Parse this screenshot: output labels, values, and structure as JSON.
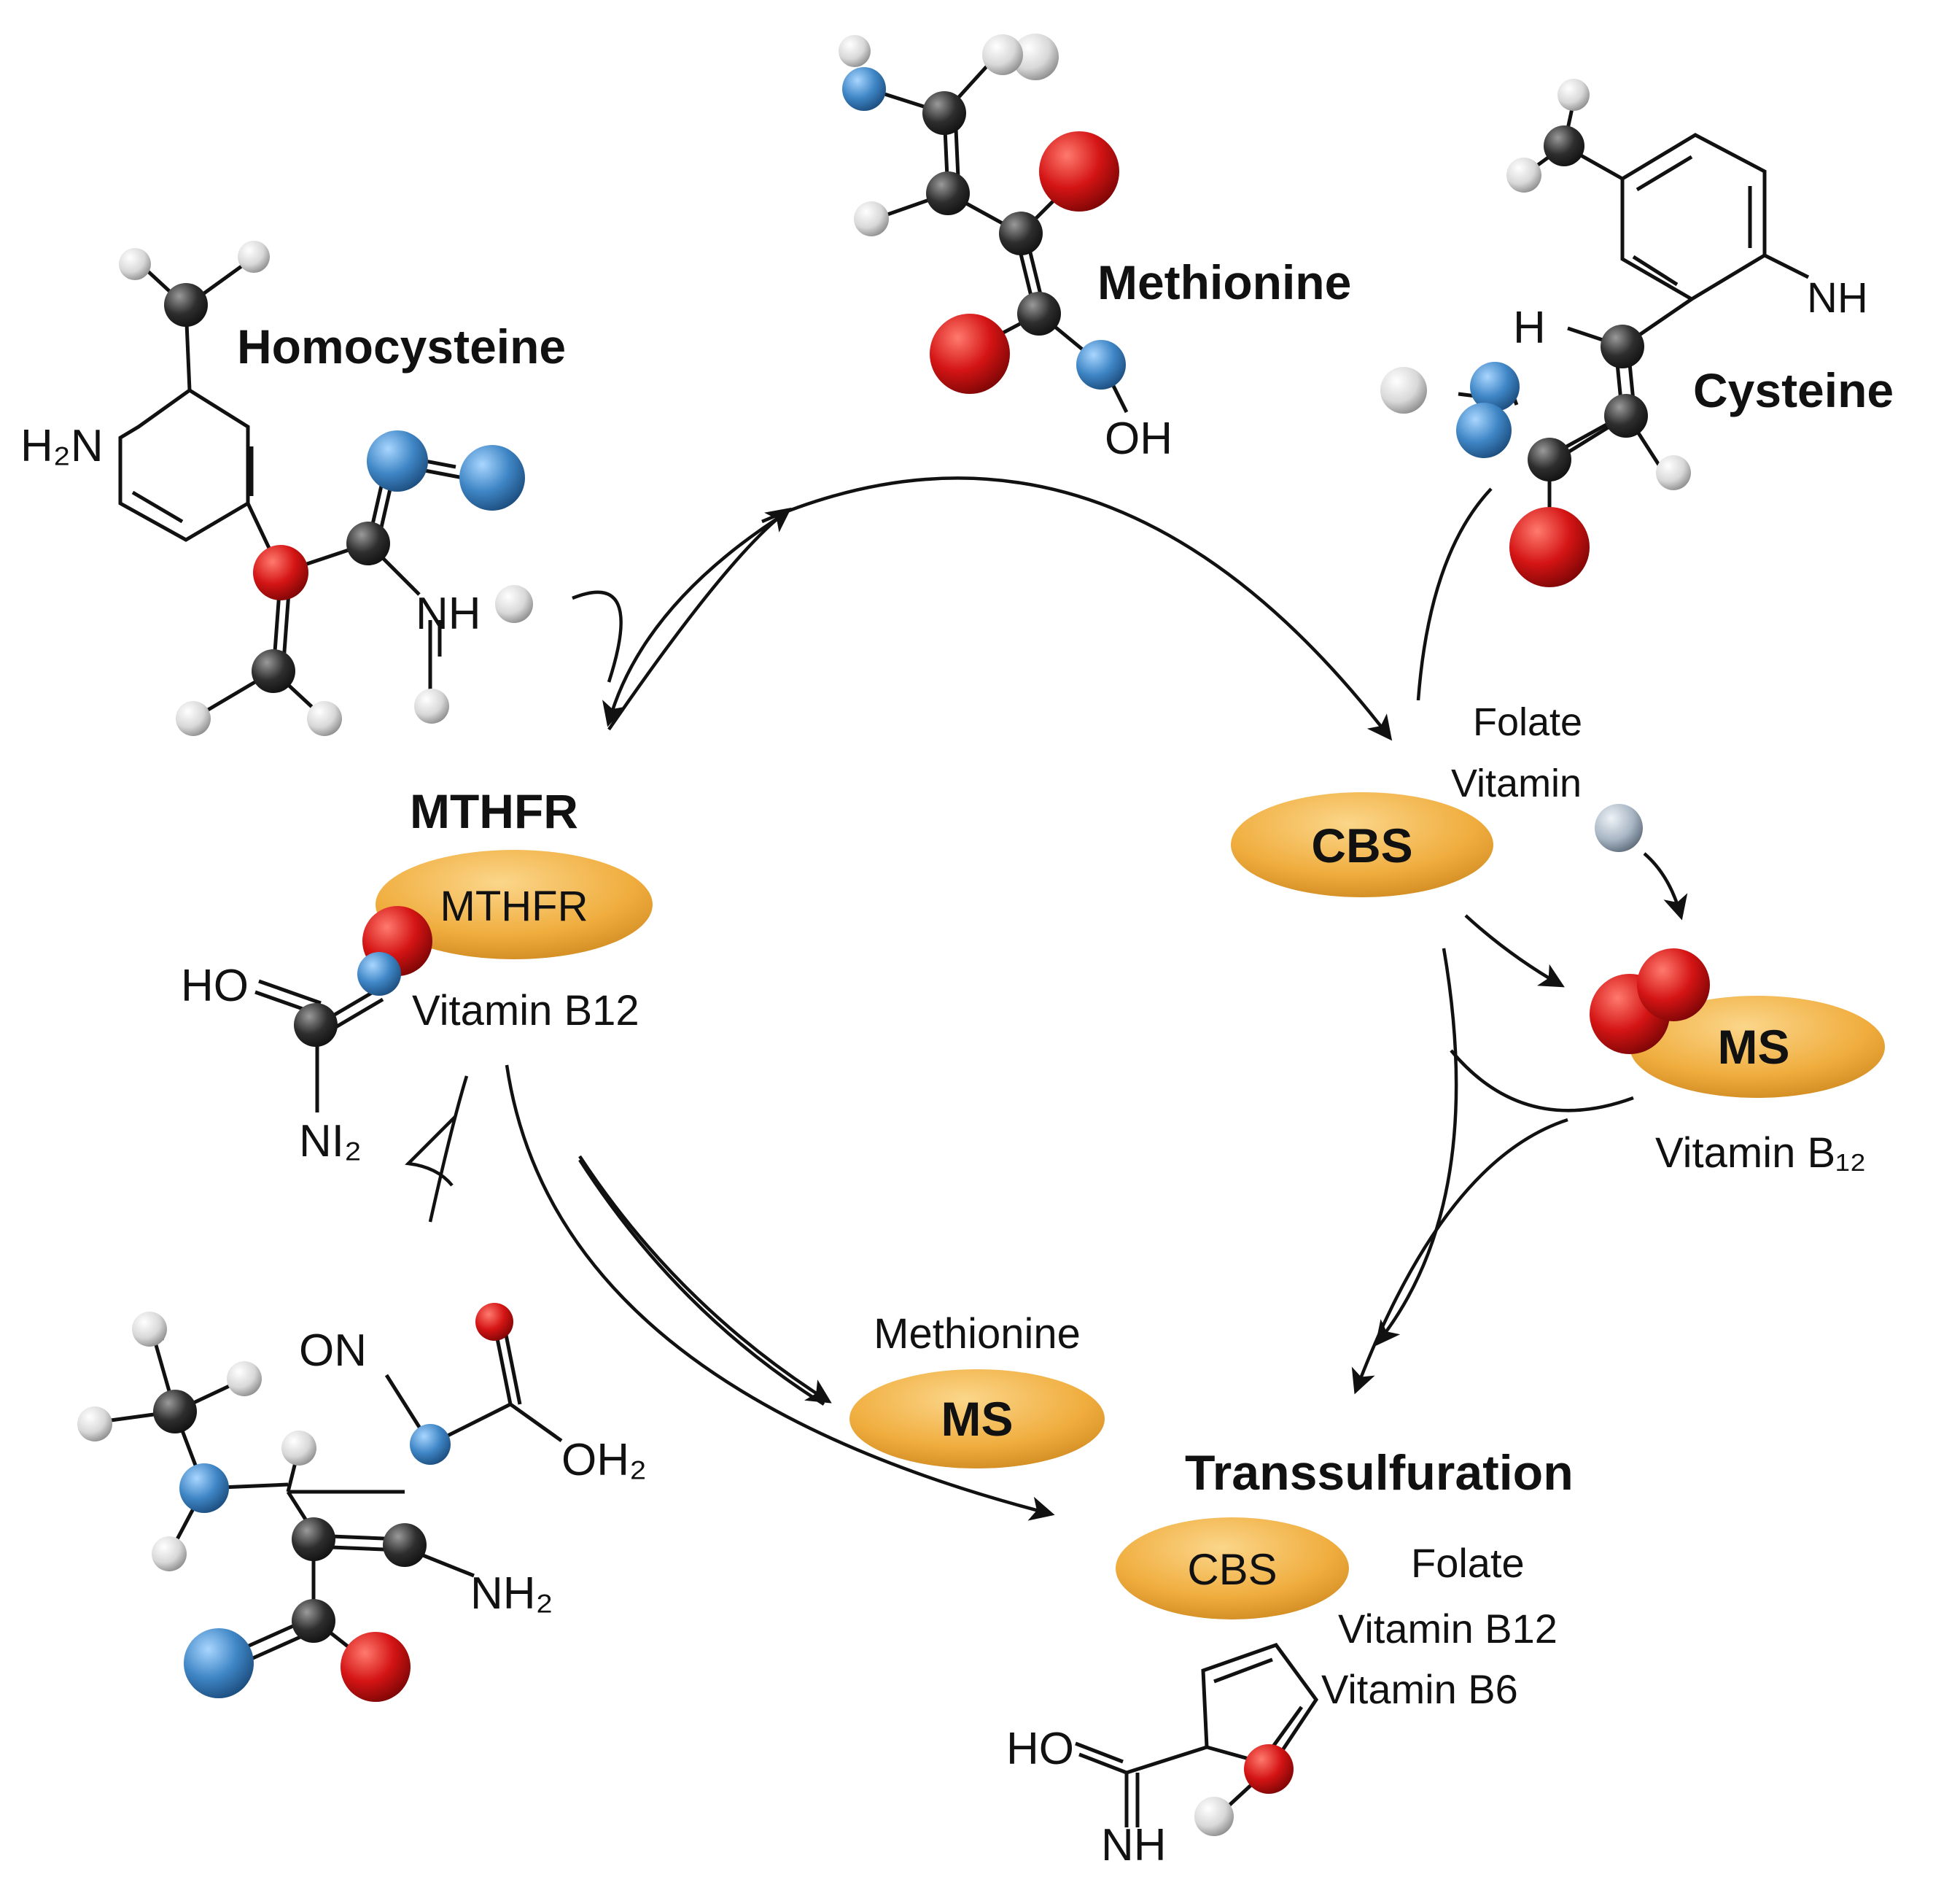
{
  "colors": {
    "carbon": "#2b2b2b",
    "oxygen": "#d41414",
    "nitrogen": "#3f86c6",
    "hydrogen": "#d8d8d8",
    "sulfur": "#a9b6c4",
    "enzyme": "#f0ad3e",
    "line": "#111111"
  },
  "molecules": {
    "homocysteine": {
      "name": "Homocysteine",
      "h2n": "H₂N",
      "nh": "NH"
    },
    "methionine_top": {
      "name": "Methionine",
      "oh": "OH"
    },
    "cysteine": {
      "name": "Cysteine",
      "h": "H",
      "nh": "NH"
    },
    "left_acid": {
      "ho": "HO",
      "ni2": "NI₂"
    },
    "bottom_left": {
      "on": "ON",
      "oh2": "OH₂",
      "nh2": "NH₂"
    },
    "bottom_ring": {
      "ho": "HO",
      "nh": "NH"
    }
  },
  "enzymes": {
    "mthfr": {
      "heading": "MTHFR",
      "label": "MTHFR",
      "cofactor": "Vitamin B12"
    },
    "cbs_top": {
      "label": "CBS",
      "cofactor_line1": "Folate",
      "cofactor_line2": "Vitamin"
    },
    "ms_right": {
      "label": "MS",
      "cofactor": "Vitamin B₁₂"
    },
    "ms_bottom": {
      "heading": "Methionine",
      "label": "MS"
    },
    "cbs_bottom": {
      "heading": "Transsulfuration",
      "label": "CBS",
      "cofactor_1": "Folate",
      "cofactor_2": "Vitamin B12",
      "cofactor_3": "Vitamin B6"
    }
  }
}
